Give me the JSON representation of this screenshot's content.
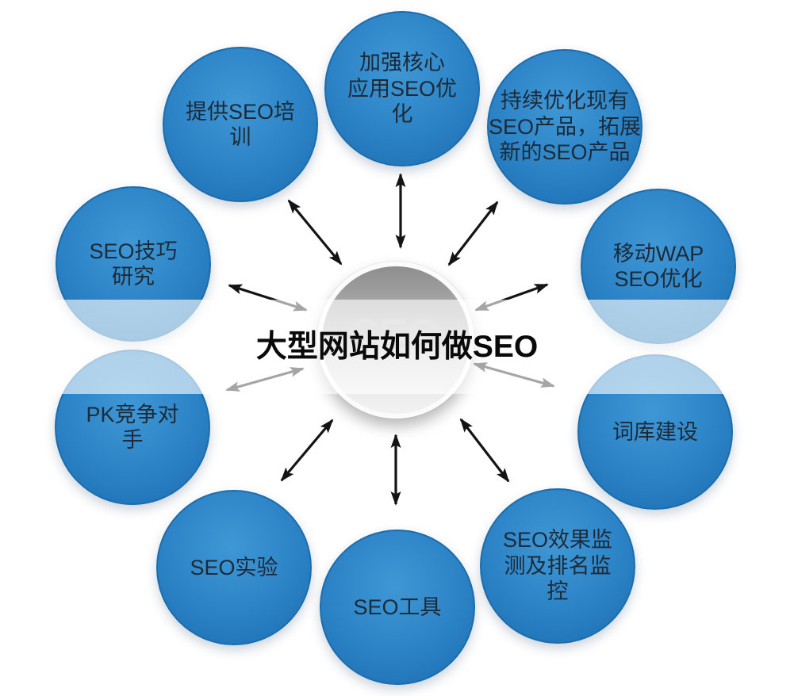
{
  "title": "大型网站如何做SEO",
  "center": {
    "watermark": "SEO"
  },
  "nodes": [
    {
      "label": "加强核心应用SEO优化",
      "lines": [
        "加强核心",
        "应用SEO优",
        "化"
      ]
    },
    {
      "label": "持续优化现有SEO产品，拓展新的SEO产品",
      "lines": [
        "持续优化现有",
        "SEO产品，拓展",
        "新的SEO产品"
      ]
    },
    {
      "label": "移动WAP SEO优化",
      "lines": [
        "移动WAP",
        "SEO优化"
      ]
    },
    {
      "label": "词库建设",
      "lines": [
        "词库建设"
      ]
    },
    {
      "label": "SEO效果监测及排名监控",
      "lines": [
        "SEO效果监",
        "测及排名监",
        "控"
      ]
    },
    {
      "label": "SEO工具",
      "lines": [
        "SEO工具"
      ]
    },
    {
      "label": "SEO实验",
      "lines": [
        "SEO实验"
      ]
    },
    {
      "label": "PK竞争对手",
      "lines": [
        "PK竞争对",
        "手"
      ]
    },
    {
      "label": "SEO技巧研究",
      "lines": [
        "SEO技巧",
        "研究"
      ]
    },
    {
      "label": "提供SEO培训",
      "lines": [
        "提供SEO培",
        "训"
      ]
    }
  ],
  "colors": {
    "bg": "#ffffff",
    "node_fill": "#2e86c8",
    "node_fill_light": "#4097d5",
    "node_edge": "#2277ba",
    "node_border": "#1c6dad",
    "node_text": "#1d2a38",
    "arrow": "#141414",
    "band": "rgba(255,255,255,0.62)",
    "title_color": "#0a0a0a",
    "watermark": "#c3c3c3",
    "sphere_top": "#8e8e8e",
    "sphere_bottom": "#f2f2f2",
    "sphere_rim": "#fbfbfb"
  }
}
